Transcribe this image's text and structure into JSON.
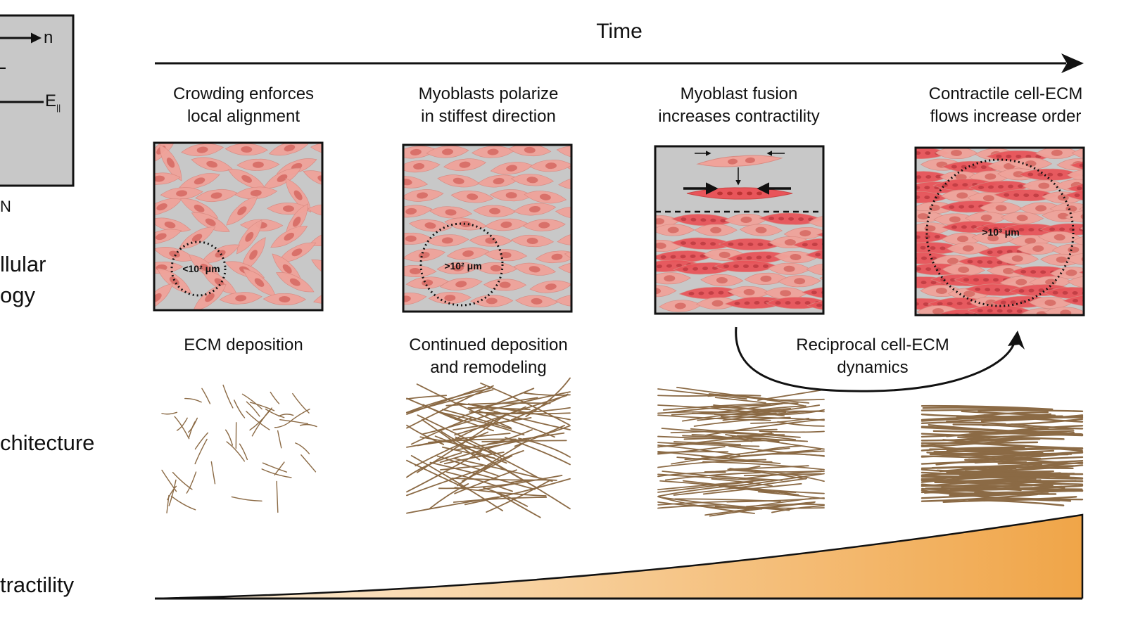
{
  "left_panel": {
    "arrow_label": "n",
    "e_label": "E",
    "e_subscript": "||",
    "bottom_label": "N",
    "rows": [
      {
        "line1": "llular",
        "line2": "ogy"
      },
      {
        "line1": "chitecture",
        "line2": ""
      },
      {
        "line1": "tractility",
        "line2": ""
      }
    ]
  },
  "time_label": "Time",
  "stages": [
    {
      "title_line1": "Crowding enforces",
      "title_line2": "local alignment",
      "scale_label": "<10² μm",
      "ecm_line1": "ECM deposition",
      "ecm_line2": ""
    },
    {
      "title_line1": "Myoblasts polarize",
      "title_line2": "in stiffest direction",
      "scale_label": ">10² μm",
      "ecm_line1": "Continued deposition",
      "ecm_line2": "and remodeling"
    },
    {
      "title_line1": "Myoblast fusion",
      "title_line2": "increases contractility",
      "scale_label": "",
      "ecm_line1": "",
      "ecm_line2": ""
    },
    {
      "title_line1": "Contractile cell-ECM",
      "title_line2": "flows increase order",
      "scale_label": ">10³ μm",
      "ecm_line1": "",
      "ecm_line2": ""
    }
  ],
  "reciprocal_label": {
    "line1": "Reciprocal cell-ECM",
    "line2": "dynamics"
  },
  "colors": {
    "cell_fill": "#f0a39a",
    "cell_edge": "#d98a82",
    "nucleus": "#d9716a",
    "fused_cell": "#e8555a",
    "panel_bg": "#c8c8c8",
    "fiber": "#8b6a45",
    "gradient_start": "#fdf0dc",
    "gradient_end": "#f0a548"
  }
}
